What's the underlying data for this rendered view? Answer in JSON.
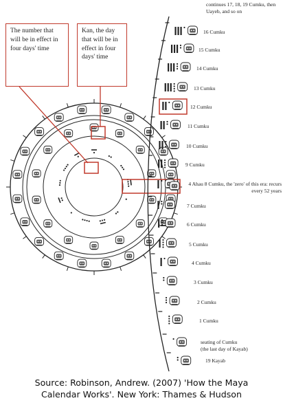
{
  "annotations": {
    "number_callout": "The number that will be in effect in four days' time",
    "kan_callout": "Kan, the day that will be in effect in four days' time",
    "top_note": "continues 17, 18, 19 Cumku, then Uayeb, and so on",
    "era_note": "4 Ahau 8 Cumku, the 'zero' of this era: recurs every 52 years"
  },
  "days": [
    "16 Cumku",
    "15 Cumku",
    "14 Cumku",
    "13 Cumku",
    "12 Cumku",
    "11 Cumku",
    "10 Cumku",
    "9 Cumku",
    "7 Cumku",
    "6 Cumku",
    "5 Cumku",
    "4 Cumku",
    "3 Cumku",
    "2 Cumku",
    "1 Cumku",
    "seating of Cumku",
    "(the last day of Kayab)",
    "19 Kayab"
  ],
  "source": {
    "line1": "Source: Robinson, Andrew. (2007) 'How the Maya",
    "line2": "Calendar Works'. New York: Thames & Hudson"
  },
  "colors": {
    "highlight": "#c0392b",
    "ink": "#222222"
  }
}
